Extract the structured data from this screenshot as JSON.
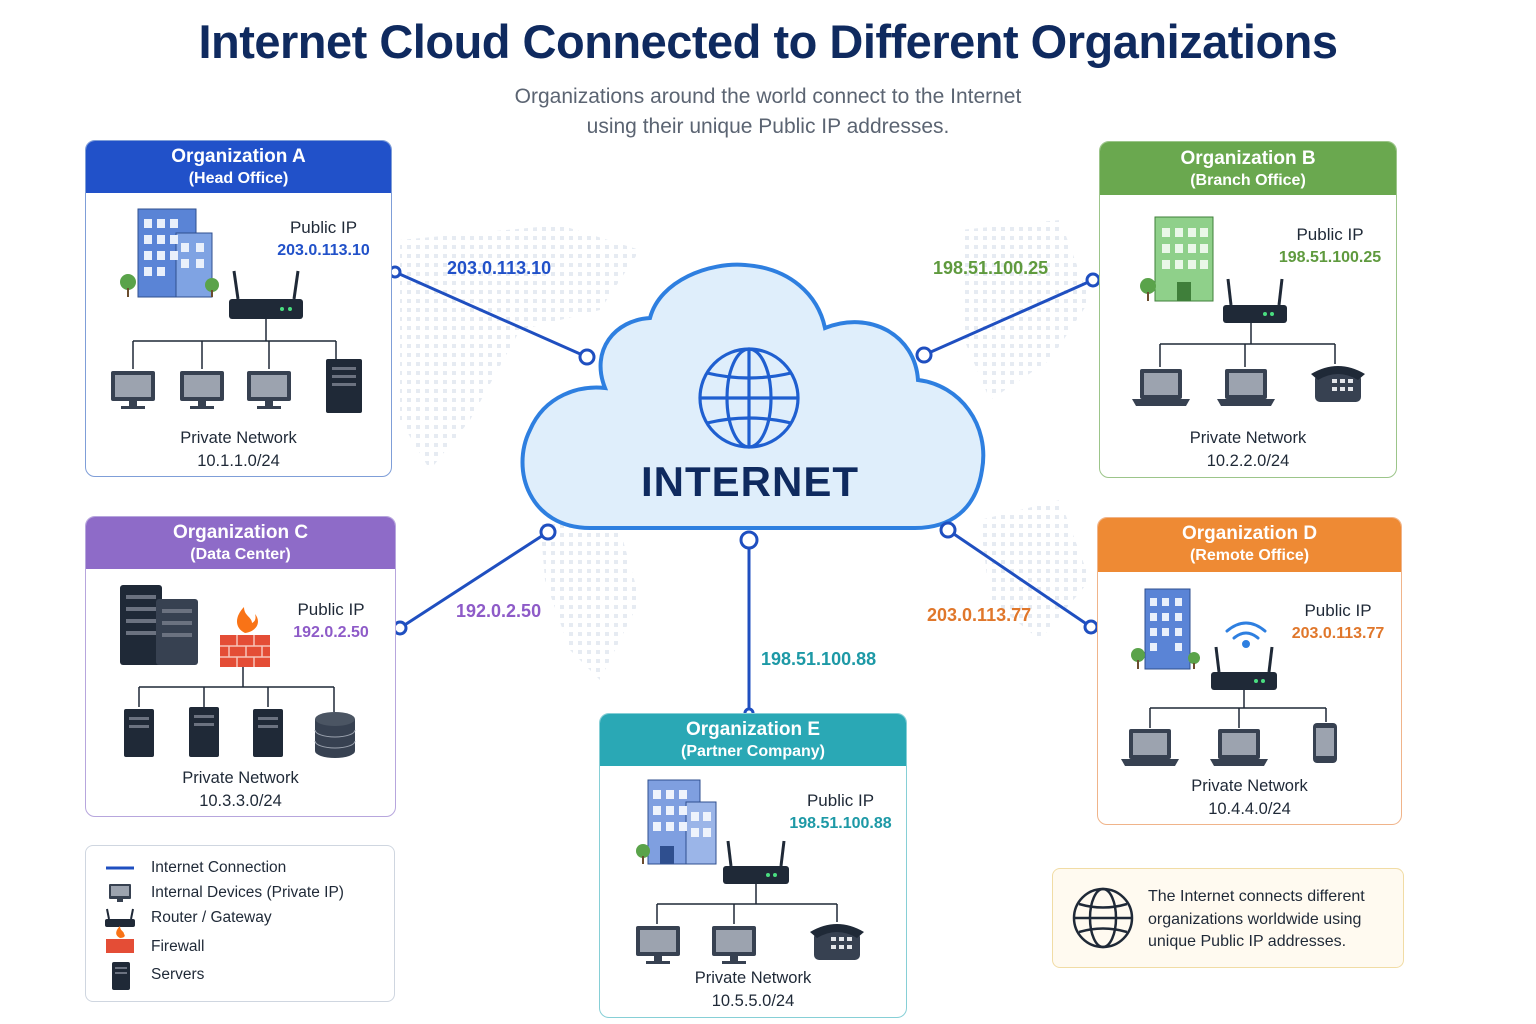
{
  "header": {
    "title": "Internet Cloud Connected to Different Organizations",
    "subtitle_line1": "Organizations around the world connect to the Internet",
    "subtitle_line2": "using their unique Public IP addresses."
  },
  "cloud": {
    "label": "INTERNET"
  },
  "orgs": [
    {
      "name": "Organization A",
      "role": "(Head Office)",
      "public_label": "Public IP",
      "public_ip": "203.0.113.10",
      "private_label": "Private Network",
      "private_net": "10.1.1.0/24",
      "color": "#2151c9"
    },
    {
      "name": "Organization B",
      "role": "(Branch Office)",
      "public_label": "Public IP",
      "public_ip": "198.51.100.25",
      "private_label": "Private Network",
      "private_net": "10.2.2.0/24",
      "color": "#6aa84f"
    },
    {
      "name": "Organization C",
      "role": "(Data Center)",
      "public_label": "Public IP",
      "public_ip": "192.0.2.50",
      "private_label": "Private Network",
      "private_net": "10.3.3.0/24",
      "color": "#8e6bc8"
    },
    {
      "name": "Organization D",
      "role": "(Remote Office)",
      "public_label": "Public IP",
      "public_ip": "203.0.113.77",
      "private_label": "Private Network",
      "private_net": "10.4.4.0/24",
      "color": "#ee8a34"
    },
    {
      "name": "Organization E",
      "role": "(Partner Company)",
      "public_label": "Public IP",
      "public_ip": "198.51.100.88",
      "private_label": "Private Network",
      "private_net": "10.5.5.0/24",
      "color": "#2aa8b5"
    }
  ],
  "links": {
    "a": "203.0.113.10",
    "b": "198.51.100.25",
    "c": "192.0.2.50",
    "d": "203.0.113.77",
    "e": "198.51.100.88"
  },
  "legend": {
    "items": [
      {
        "label": "Internet Connection",
        "icon": "line-icon"
      },
      {
        "label": "Internal Devices (Private IP)",
        "icon": "monitor-icon"
      },
      {
        "label": "Router / Gateway",
        "icon": "router-icon"
      },
      {
        "label": "Firewall",
        "icon": "firewall-icon"
      },
      {
        "label": "Servers",
        "icon": "server-icon"
      }
    ]
  },
  "info": {
    "text_line1": "The Internet connects different",
    "text_line2": "organizations worldwide using",
    "text_line3": "unique Public IP addresses."
  },
  "colors": {
    "link": "#1f4fc0",
    "navy": "#0f2a5f"
  }
}
